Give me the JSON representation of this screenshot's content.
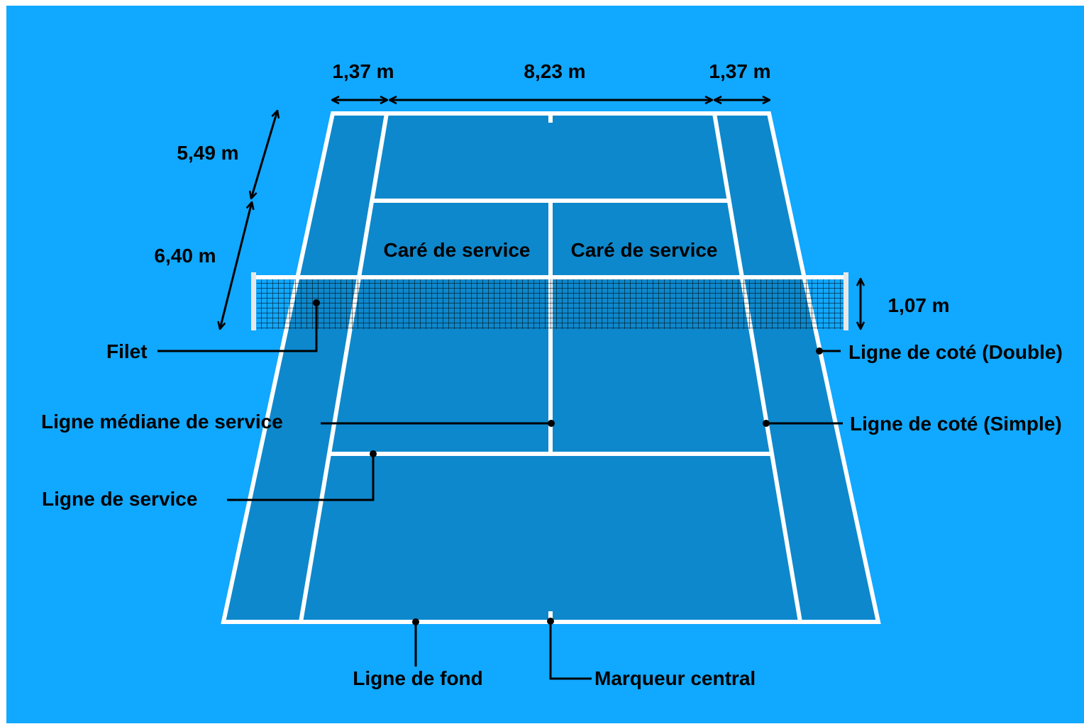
{
  "colors": {
    "background": "#11a8ff",
    "court": "#0e88cc",
    "lines": "#ffffff",
    "net_mesh": "#000000",
    "annotations": "#000000"
  },
  "dimensions": {
    "alley_left": "1,37 m",
    "singles_width": "8,23 m",
    "alley_right": "1,37 m",
    "baseline_to_service": "5,49 m",
    "service_to_net": "6,40 m",
    "net_height": "1,07 m"
  },
  "zones": {
    "service_box_left": "Caré de service",
    "service_box_right": "Caré de service"
  },
  "labels": {
    "net": "Filet",
    "center_service_line": "Ligne médiane de service",
    "service_line": "Ligne de service",
    "baseline": "Ligne de fond",
    "center_mark": "Marqueur central",
    "doubles_sideline": "Ligne de coté (Double)",
    "singles_sideline": "Ligne de coté (Simple)"
  }
}
